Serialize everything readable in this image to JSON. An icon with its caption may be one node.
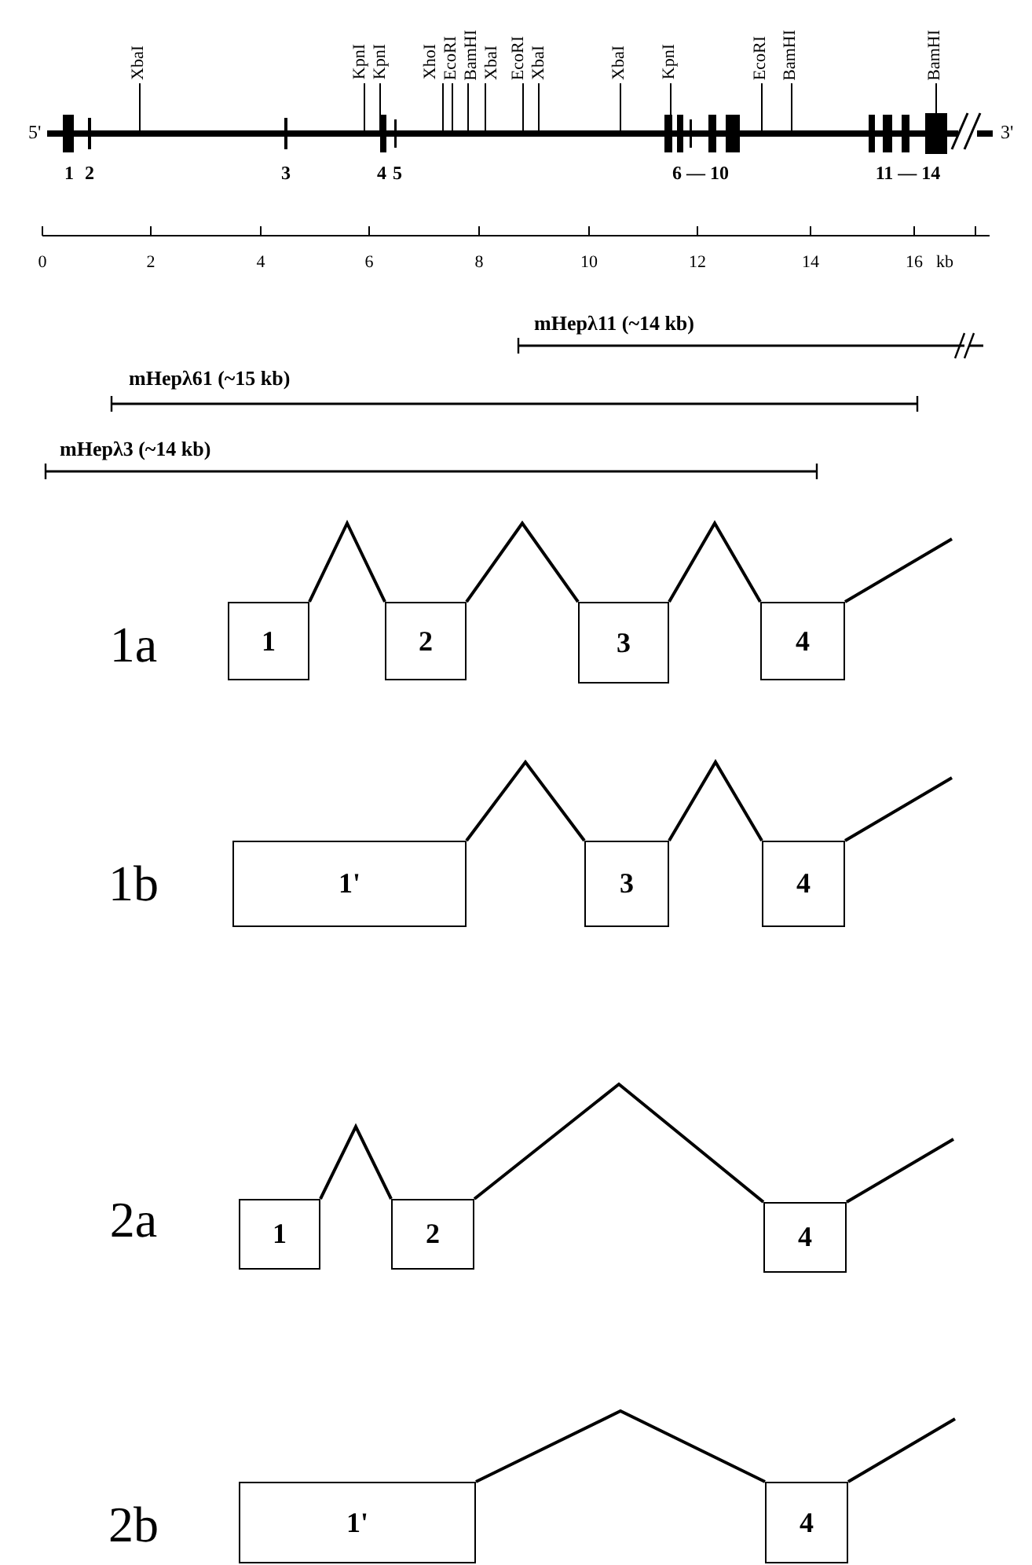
{
  "diagram": {
    "nodes": [
      {
        "text": [
          "1"
        ]
      },
      {
        "text": [
          "2"
        ]
      },
      {
        "text": [
          "3"
        ]
      },
      {
        "text": [
          "4"
        ]
      },
      {
        "text": [
          "1'"
        ]
      },
      {
        "text": [
          "3"
        ]
      },
      {
        "text": [
          "4"
        ]
      },
      {
        "text": [
          "1"
        ]
      },
      {
        "text": [
          "2"
        ]
      },
      {
        "text": [
          "4"
        ]
      },
      {
        "text": [
          "1'"
        ]
      },
      {
        "text": [
          "4"
        ]
      }
    ],
    "edges": [
      {
        "from": 0,
        "to": 1,
        "arrow": "none"
      },
      {
        "from": 1,
        "to": 2,
        "arrow": "none"
      },
      {
        "from": 2,
        "to": 3,
        "arrow": "none"
      },
      {
        "from": 3,
        "to": null,
        "arrow": "none"
      },
      {
        "from": 4,
        "to": 5,
        "arrow": "none"
      },
      {
        "from": 5,
        "to": 6,
        "arrow": "none"
      },
      {
        "from": 6,
        "to": null,
        "arrow": "none"
      },
      {
        "from": 7,
        "to": 8,
        "arrow": "none"
      },
      {
        "from": 8,
        "to": 9,
        "arrow": "none"
      },
      {
        "from": 9,
        "to": null,
        "arrow": "none"
      },
      {
        "from": 10,
        "to": 11,
        "arrow": "none"
      },
      {
        "from": 11,
        "to": null,
        "arrow": "none"
      }
    ],
    "labels": [
      "5'",
      "XbaI",
      "KpnI",
      "KpnI",
      "XhoI",
      "EcoRI",
      "BamHI",
      "XbaI",
      "EcoRI",
      "XbaI",
      "XbaI",
      "KpnI",
      "EcoRI",
      "BamHI",
      "BamHI",
      "3'",
      "1",
      "2",
      "3",
      "4",
      "5",
      "6 — 10",
      "11 — 14",
      "0",
      "2",
      "4",
      "6",
      "8",
      "10",
      "12",
      "14",
      "16",
      "kb",
      "mHepλ11 (~14 kb)",
      "mHepλ61 (~15 kb)",
      "mHepλ3 (~14 kb)",
      "1a",
      "1b",
      "2a",
      "2b"
    ]
  }
}
